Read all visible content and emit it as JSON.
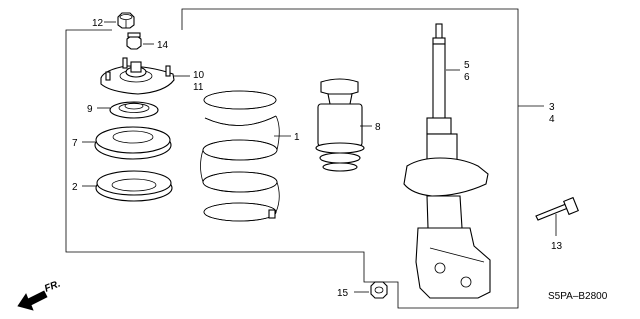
{
  "diagram_code": "S5PA–B2800",
  "direction_label": "FR.",
  "callouts": {
    "c1": "1",
    "c2": "2",
    "c3": "3",
    "c4": "4",
    "c5": "5",
    "c6": "6",
    "c7": "7",
    "c8": "8",
    "c9": "9",
    "c10": "10",
    "c11": "11",
    "c12": "12",
    "c13": "13",
    "c14": "14",
    "c15": "15"
  }
}
